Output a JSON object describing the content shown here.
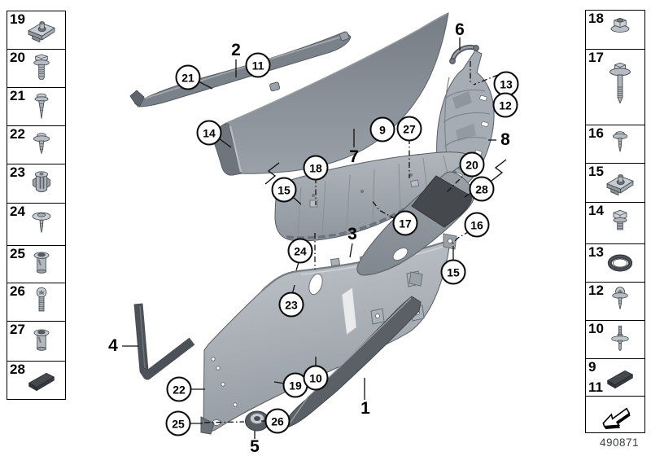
{
  "diagram": {
    "title_hint": "exploded-parts-diagram",
    "callouts": [
      {
        "label": "2",
        "shape": "plain"
      },
      {
        "label": "6",
        "shape": "plain"
      },
      {
        "label": "7",
        "shape": "plain"
      },
      {
        "label": "8",
        "shape": "plain"
      },
      {
        "label": "3",
        "shape": "plain"
      },
      {
        "label": "4",
        "shape": "plain"
      },
      {
        "label": "1",
        "shape": "plain"
      },
      {
        "label": "5",
        "shape": "plain"
      },
      {
        "label": "21",
        "shape": "circle"
      },
      {
        "label": "11",
        "shape": "circle"
      },
      {
        "label": "14",
        "shape": "circle"
      },
      {
        "label": "9",
        "shape": "circle"
      },
      {
        "label": "27",
        "shape": "circle"
      },
      {
        "label": "13",
        "shape": "circle"
      },
      {
        "label": "12",
        "shape": "circle"
      },
      {
        "label": "18",
        "shape": "circle"
      },
      {
        "label": "15",
        "shape": "circle"
      },
      {
        "label": "20",
        "shape": "circle"
      },
      {
        "label": "28",
        "shape": "circle"
      },
      {
        "label": "17",
        "shape": "circle"
      },
      {
        "label": "16",
        "shape": "circle"
      },
      {
        "label": "15",
        "shape": "circle"
      },
      {
        "label": "24",
        "shape": "circle"
      },
      {
        "label": "23",
        "shape": "circle"
      },
      {
        "label": "22",
        "shape": "circle"
      },
      {
        "label": "19",
        "shape": "circle"
      },
      {
        "label": "10",
        "shape": "circle"
      },
      {
        "label": "25",
        "shape": "circle"
      },
      {
        "label": "26",
        "shape": "circle"
      }
    ]
  },
  "left_column": {
    "items": [
      {
        "number": "19",
        "icon": "clip-nut"
      },
      {
        "number": "20",
        "icon": "hex-bolt-with-washer"
      },
      {
        "number": "21",
        "icon": "expanding-rivet"
      },
      {
        "number": "22",
        "icon": "washer-screw"
      },
      {
        "number": "23",
        "icon": "expansion-nut"
      },
      {
        "number": "24",
        "icon": "flat-washer-screw"
      },
      {
        "number": "25",
        "icon": "blind-rivet-nut"
      },
      {
        "number": "26",
        "icon": "torx-screw"
      },
      {
        "number": "27",
        "icon": "blind-rivet-nut-large"
      },
      {
        "number": "28",
        "icon": "adhesive-pad"
      }
    ]
  },
  "right_column": {
    "items": [
      {
        "number": "18",
        "icon": "flange-nut"
      },
      {
        "number": "17",
        "icon": "long-hex-bolt-with-washer"
      },
      {
        "number": "16",
        "icon": "pointed-washer-screw"
      },
      {
        "number": "15",
        "icon": "cage-nut"
      },
      {
        "number": "14",
        "icon": "hex-flange-bolt"
      },
      {
        "number": "13",
        "icon": "seal-ring"
      },
      {
        "number": "12",
        "icon": "torx-washer-screw"
      },
      {
        "number": "10",
        "icon": "t-head-stud"
      }
    ],
    "pad_cell": {
      "number_top": "9",
      "number_bottom": "11",
      "icon": "adhesive-pad"
    },
    "arrow_cell": {
      "icon": "direction-arrow"
    }
  },
  "footer": {
    "doc_number": "490871"
  },
  "colors": {
    "part_gray": "#9aa1a8",
    "dark_pad": "#45494e",
    "line_black": "#111111",
    "background": "#ffffff"
  }
}
